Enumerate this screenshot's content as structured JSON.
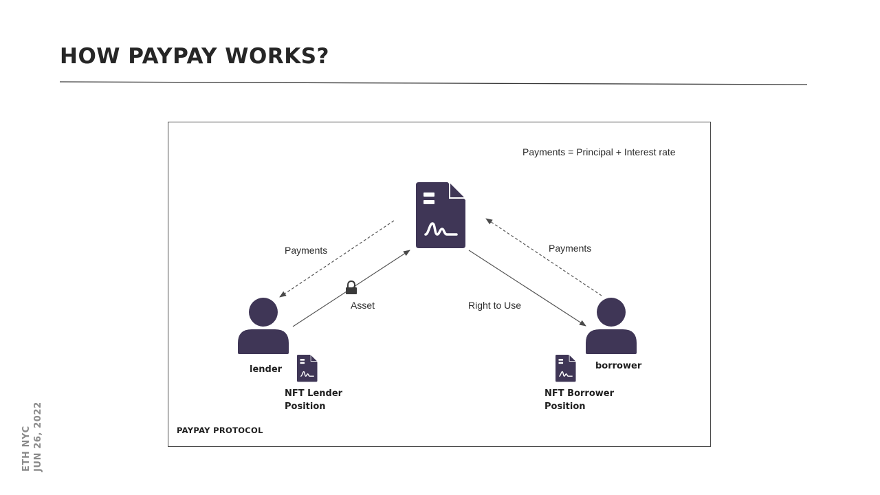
{
  "title": "HOW PAYPAY WORKS?",
  "footer": {
    "line1": "ETH NYC",
    "line2": "JUN 26, 2022"
  },
  "colors": {
    "icon": "#3f3656",
    "line": "#555555",
    "text": "#2b2b2b"
  },
  "diagram": {
    "formula": "Payments = Principal + Interest rate",
    "protocol_label": "PAYPAY PROTOCOL",
    "edges": {
      "payments_left": "Payments",
      "payments_right": "Payments",
      "asset": "Asset",
      "right_to_use": "Right to Use"
    },
    "nodes": {
      "contract": {
        "icon": "document-signature-icon"
      },
      "lender": {
        "label": "lender",
        "icon": "person-icon"
      },
      "borrower": {
        "label": "borrower",
        "icon": "person-icon"
      },
      "lender_nft": {
        "line1": "NFT Lender",
        "line2": "Position",
        "icon": "document-signature-icon"
      },
      "borrower_nft": {
        "line1": "NFT Borrower",
        "line2": "Position",
        "icon": "document-signature-icon"
      }
    },
    "asset_lock_icon": "padlock-icon"
  }
}
